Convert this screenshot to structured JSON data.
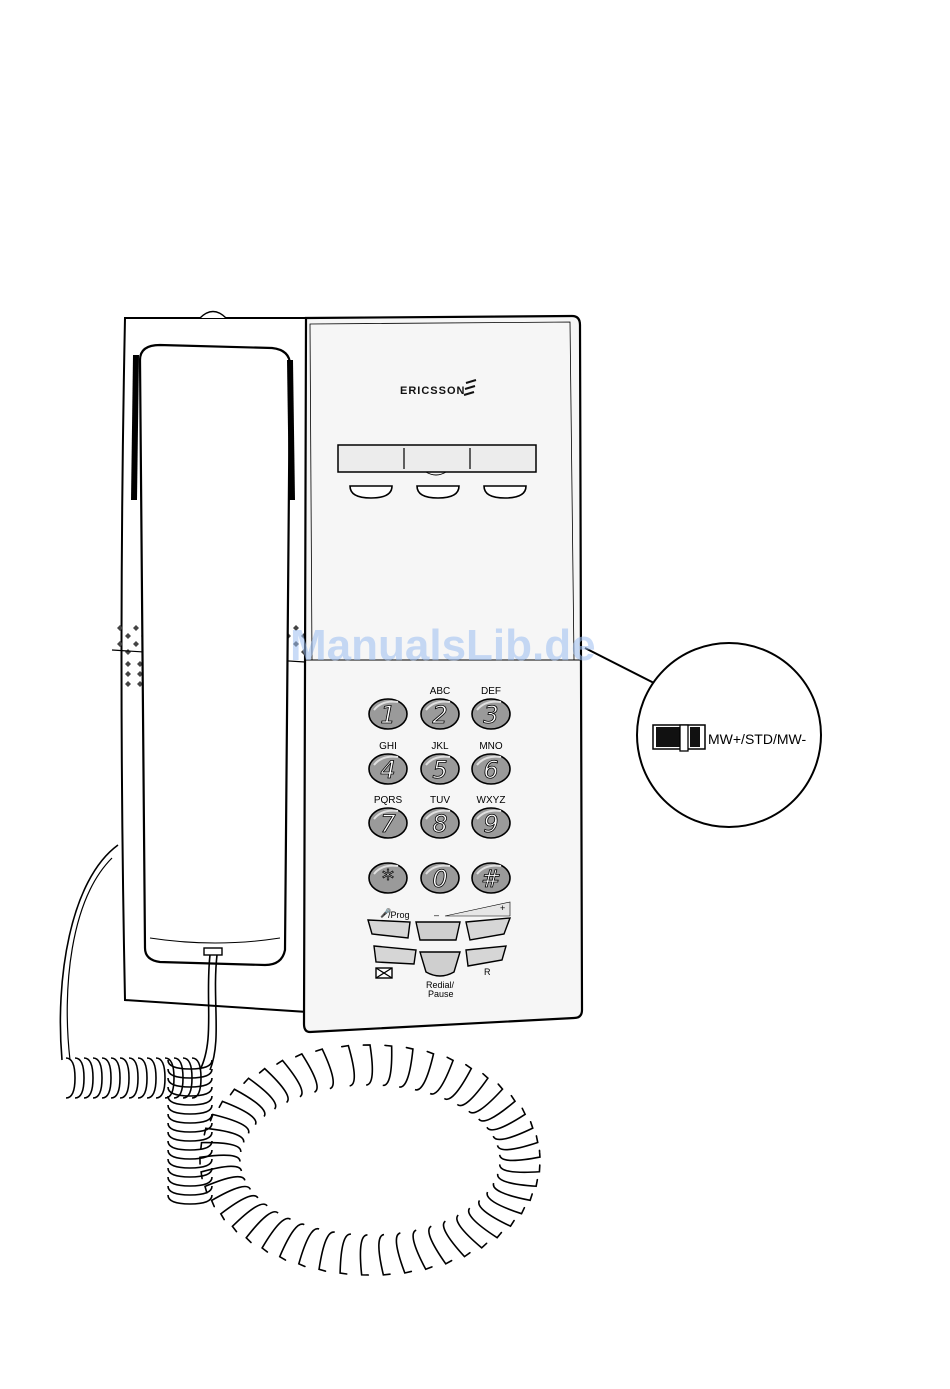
{
  "brand": "ERICSSON",
  "watermark": "ManualsLib.de",
  "keypad": [
    {
      "num": "1",
      "letters": ""
    },
    {
      "num": "2",
      "letters": "ABC"
    },
    {
      "num": "3",
      "letters": "DEF"
    },
    {
      "num": "4",
      "letters": "GHI"
    },
    {
      "num": "5",
      "letters": "JKL"
    },
    {
      "num": "6",
      "letters": "MNO"
    },
    {
      "num": "7",
      "letters": "PQRS"
    },
    {
      "num": "8",
      "letters": "TUV"
    },
    {
      "num": "9",
      "letters": "WXYZ"
    },
    {
      "num": "*",
      "letters": ""
    },
    {
      "num": "0",
      "letters": ""
    },
    {
      "num": "#",
      "letters": ""
    }
  ],
  "function_keys": {
    "prog": "/Prog",
    "minus": "–",
    "plus": "+",
    "r": "R",
    "redial_line1": "Redial/",
    "redial_line2": "Pause"
  },
  "callout": {
    "label": "MW+/STD/MW-"
  }
}
